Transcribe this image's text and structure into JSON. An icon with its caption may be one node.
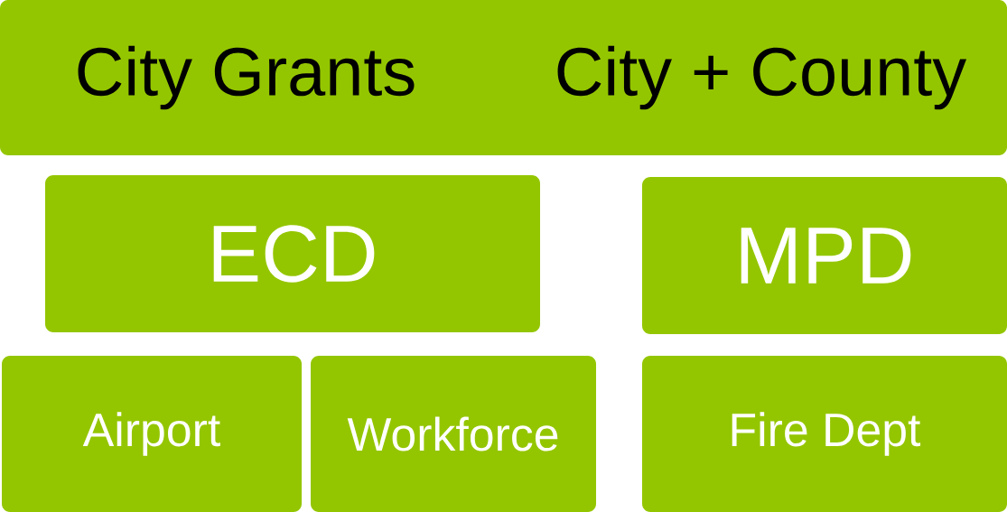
{
  "diagram": {
    "nodes": [
      {
        "text": [
          "City Grants",
          "City + County"
        ]
      },
      {
        "text": [
          "ECD"
        ]
      },
      {
        "text": [
          "MPD"
        ]
      },
      {
        "text": [
          "Airport"
        ]
      },
      {
        "text": [
          "Workforce"
        ]
      },
      {
        "text": [
          "Fire Dept"
        ]
      }
    ]
  }
}
